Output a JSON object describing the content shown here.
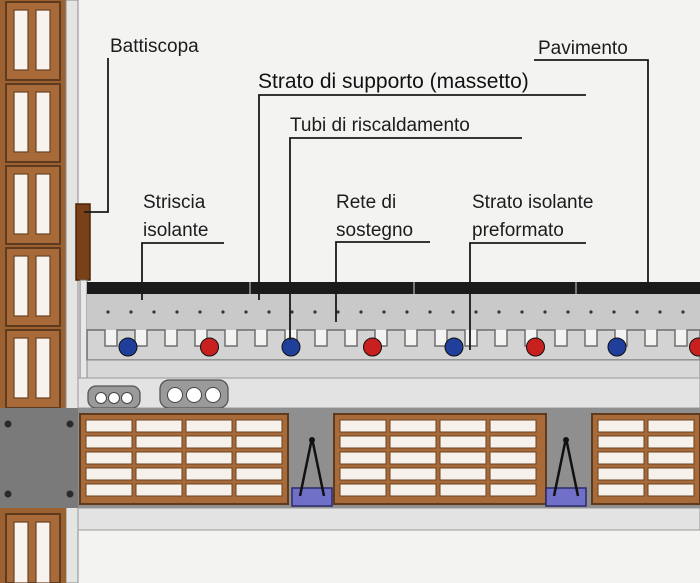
{
  "labels": {
    "battiscopa": "Battiscopa",
    "pavimento": "Pavimento",
    "strato_supporto": "Strato di supporto (massetto)",
    "tubi": "Tubi  di riscaldamento",
    "striscia_line1": "Striscia",
    "striscia_line2": "isolante",
    "rete_line1": "Rete di",
    "rete_line2": "sostegno",
    "strato_isolante_line1": "Strato isolante",
    "strato_isolante_line2": "preformato"
  },
  "colors": {
    "background": "#f3f4f2",
    "brick": "#a86a38",
    "screed": "#c9c9c9",
    "insulation": "#d3d3d3",
    "concrete": "#8f8f8f",
    "floor": "#1a1a1a",
    "pipe_cold": "#1f3f9a",
    "pipe_hot": "#c8201e"
  },
  "pipes": [
    "cold",
    "hot",
    "cold",
    "hot",
    "cold",
    "hot",
    "cold",
    "hot",
    "cold",
    "hot"
  ]
}
